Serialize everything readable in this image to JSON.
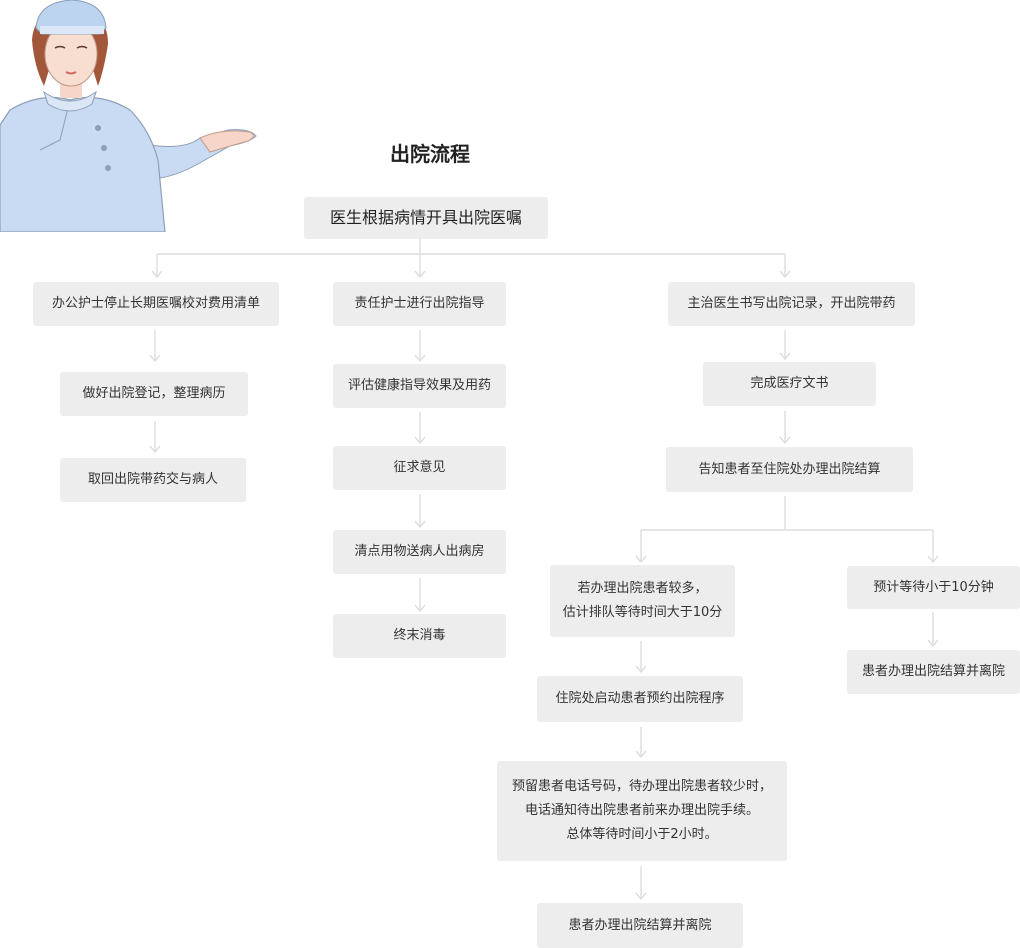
{
  "title": "出院流程",
  "root": "医生根据病情开具出院医嘱",
  "left_branch": [
    "办公护士停止长期医嘱校对费用清单",
    "做好出院登记，整理病历",
    "取回出院带药交与病人"
  ],
  "middle_branch": [
    "责任护士进行出院指导",
    "评估健康指导效果及用药",
    "征求意见",
    "清点用物送病人出病房",
    "终末消毒"
  ],
  "right_branch": [
    "主治医生书写出院记录，开出院带药",
    "完成医疗文书",
    "告知患者至住院处办理出院结算"
  ],
  "right_sub_left": {
    "condition": [
      "若办理出院患者较多，",
      "估计排队等待时间大于10分"
    ],
    "step": "住院处启动患者预约出院程序",
    "detail": [
      "预留患者电话号码，待办理出院患者较少时，",
      "电话通知待出院患者前来办理出院手续。",
      "总体等待时间小于2小时。"
    ],
    "final": "患者办理出院结算并离院"
  },
  "right_sub_right": {
    "condition": "预计等待小于10分钟",
    "final": "患者办理出院结算并离院"
  },
  "colors": {
    "box": "#ededed",
    "line": "#dddddd",
    "uniform": "#c8dbf2",
    "cap": "#bcd4f0"
  }
}
